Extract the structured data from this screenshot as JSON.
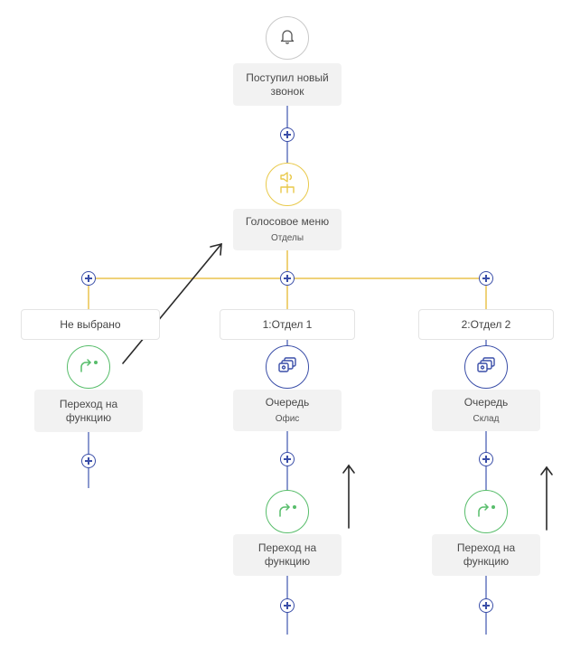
{
  "colors": {
    "blue_line": "#8b99cf",
    "yellow_line": "#efd27a",
    "plus": "#3a4ea8",
    "green_icon": "#57bd6a",
    "yellow_icon": "#e9c94a",
    "card_bg": "#f2f2f2"
  },
  "trigger": {
    "icon": "bell-icon",
    "title": "Поступил новый звонок"
  },
  "voice_menu": {
    "icon": "voice-menu-icon",
    "title": "Голосовое меню",
    "subtitle": "Отделы"
  },
  "branches": [
    {
      "label": "Не выбрано",
      "action": {
        "icon": "redirect-icon",
        "title": "Переход на функцию"
      }
    },
    {
      "label": "1:Отдел 1",
      "queue": {
        "icon": "queue-icon",
        "title": "Очередь",
        "subtitle": "Офис"
      },
      "action": {
        "icon": "redirect-icon",
        "title": "Переход на функцию"
      }
    },
    {
      "label": "2:Отдел 2",
      "queue": {
        "icon": "queue-icon",
        "title": "Очередь",
        "subtitle": "Склад"
      },
      "action": {
        "icon": "redirect-icon",
        "title": "Переход на функцию"
      }
    }
  ],
  "annotations": [
    "arrow-diagonal",
    "arrow-up-1",
    "arrow-up-2"
  ]
}
